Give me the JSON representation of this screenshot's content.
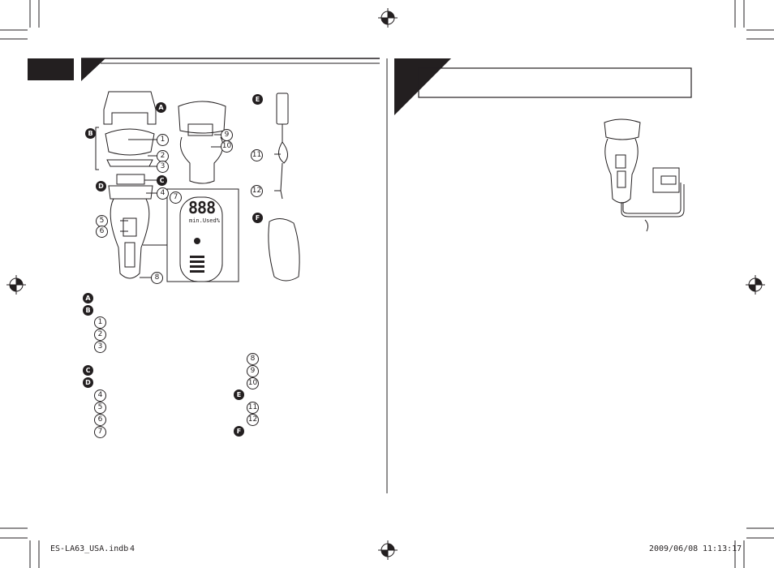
{
  "footer": {
    "file_name": "ES-LA63_USA.indb",
    "page_number": "4",
    "date": "2009/06/08",
    "time": "11:13:17"
  },
  "diagram": {
    "display_digits": "888",
    "display_units": "min.Used%"
  },
  "callouts": {
    "letters": [
      "A",
      "B",
      "C",
      "D",
      "E",
      "F"
    ],
    "numbers": [
      "1",
      "2",
      "3",
      "4",
      "5",
      "6",
      "7",
      "8",
      "9",
      "10",
      "11",
      "12"
    ]
  },
  "icons": [
    "registration-mark-icon",
    "crop-mark-icon",
    "shaver-illustration",
    "ac-adaptor-illustration",
    "pouch-illustration"
  ]
}
